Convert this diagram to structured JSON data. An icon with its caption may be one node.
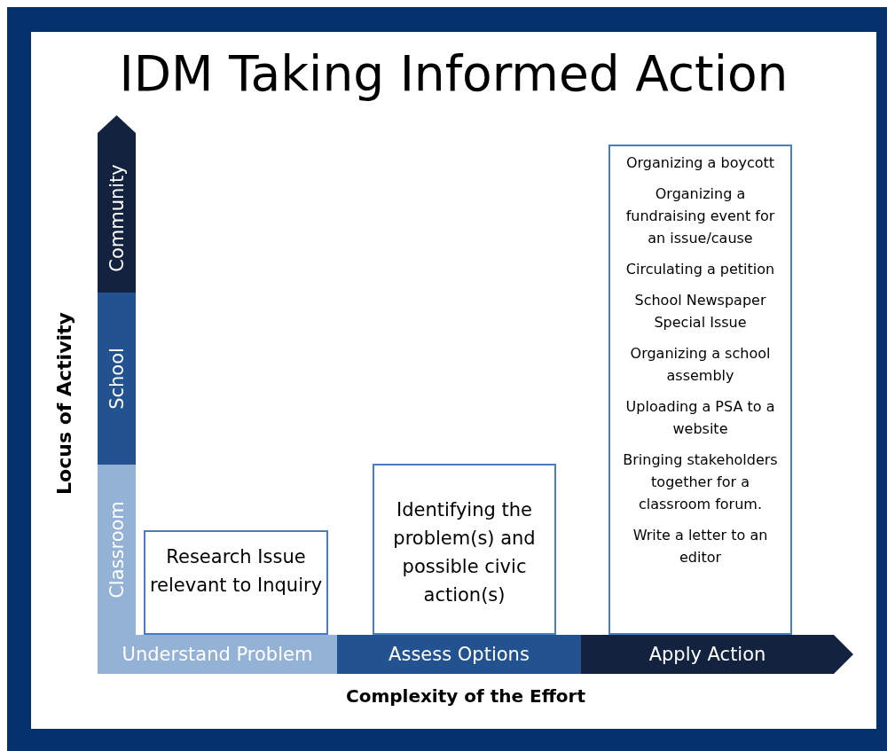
{
  "diagram": {
    "title": "IDM Taking Informed Action",
    "nodes": [
      {
        "text": [
          "Community"
        ]
      },
      {
        "text": [
          "School"
        ]
      },
      {
        "text": [
          "Classroom"
        ]
      },
      {
        "text": [
          "Research Issue relevant to Inquiry"
        ]
      },
      {
        "text": [
          "Identifying the problem(s) and possible civic action(s)"
        ]
      },
      {
        "text": [
          "Organizing a boycott",
          "Organizing a fundraising event for an issue/cause",
          "Circulating a petition",
          "School Newspaper Special Issue",
          "Organizing a school assembly",
          "Uploading a PSA to a website",
          "Bringing stakeholders together for a classroom forum.",
          "Write a letter to an editor"
        ]
      },
      {
        "text": [
          "Understand Problem"
        ]
      },
      {
        "text": [
          "Assess Options"
        ]
      },
      {
        "text": [
          "Apply Action"
        ]
      }
    ],
    "edges": [],
    "labels": [
      "Locus of Activity",
      "Complexity of the Effort"
    ]
  }
}
